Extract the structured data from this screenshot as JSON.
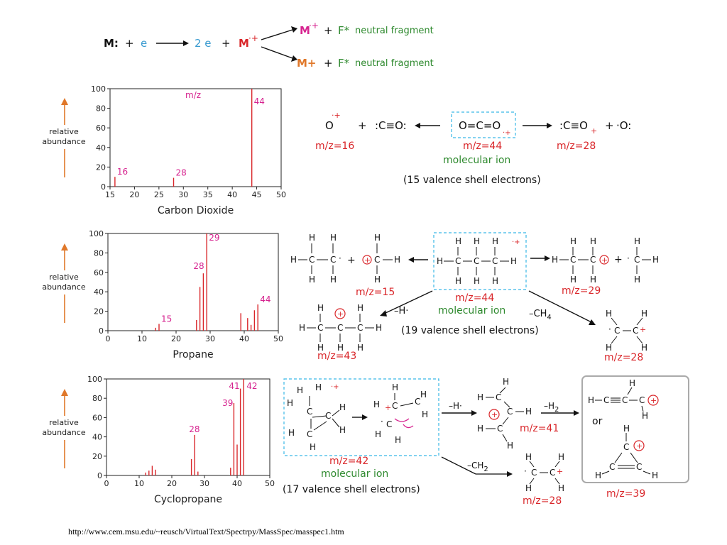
{
  "ionization": {
    "M": "M:",
    "plus1": "+",
    "e": "e",
    "two_e": "2 e",
    "plus2": "+",
    "Mrad": "M",
    "Mrad_sup": "·+",
    "top_prod": "M",
    "top_prod_sup": "·+",
    "top_plus": "+",
    "top_F": "F*",
    "top_nf": "neutral fragment",
    "bot_prod": "M+",
    "bot_plus": "+",
    "bot_F": "F*",
    "bot_nf": "neutral fragment"
  },
  "rel_label": [
    "relative",
    "abundance"
  ],
  "chart_data": [
    {
      "type": "bar",
      "title": "Carbon Dioxide",
      "xlabel": "",
      "ylabel": "",
      "xlim": [
        15,
        50
      ],
      "ylim": [
        0,
        100
      ],
      "xticks": [
        15,
        20,
        25,
        30,
        35,
        40,
        45,
        50
      ],
      "yticks": [
        0,
        20,
        40,
        60,
        80,
        100
      ],
      "annotation": "m/z",
      "peaks": [
        {
          "x": 16,
          "y": 10,
          "color": "#d9262a"
        },
        {
          "x": 28,
          "y": 9,
          "color": "#d9262a"
        },
        {
          "x": 44,
          "y": 100,
          "color": "#d9262a"
        }
      ],
      "labels": [
        {
          "x": 16,
          "text": "16"
        },
        {
          "x": 28,
          "text": "28"
        },
        {
          "x": 44,
          "text": "44"
        }
      ]
    },
    {
      "type": "bar",
      "title": "Propane",
      "xlabel": "",
      "ylabel": "",
      "xlim": [
        0,
        50
      ],
      "ylim": [
        0,
        100
      ],
      "xticks": [
        0,
        10,
        20,
        30,
        40,
        50
      ],
      "yticks": [
        0,
        20,
        40,
        60,
        80,
        100
      ],
      "peaks": [
        {
          "x": 14,
          "y": 3,
          "color": "#d9262a"
        },
        {
          "x": 15,
          "y": 7,
          "color": "#d9262a"
        },
        {
          "x": 26,
          "y": 11,
          "color": "#d9262a"
        },
        {
          "x": 27,
          "y": 45,
          "color": "#d9262a"
        },
        {
          "x": 28,
          "y": 59,
          "color": "#d9262a"
        },
        {
          "x": 29,
          "y": 100,
          "color": "#d9262a"
        },
        {
          "x": 39,
          "y": 18,
          "color": "#d9262a"
        },
        {
          "x": 41,
          "y": 13,
          "color": "#d9262a"
        },
        {
          "x": 42,
          "y": 6,
          "color": "#d9262a"
        },
        {
          "x": 43,
          "y": 21,
          "color": "#d9262a"
        },
        {
          "x": 44,
          "y": 27,
          "color": "#d9262a"
        }
      ],
      "labels": [
        {
          "x": 15,
          "text": "15"
        },
        {
          "x": 28,
          "text": "28"
        },
        {
          "x": 29,
          "text": "29"
        },
        {
          "x": 44,
          "text": "44"
        }
      ]
    },
    {
      "type": "bar",
      "title": "Cyclopropane",
      "xlabel": "",
      "ylabel": "",
      "xlim": [
        0,
        50
      ],
      "ylim": [
        0,
        100
      ],
      "xticks": [
        0,
        10,
        20,
        30,
        40,
        50
      ],
      "yticks": [
        0,
        20,
        40,
        60,
        80,
        100
      ],
      "peaks": [
        {
          "x": 12,
          "y": 3,
          "color": "#d9262a"
        },
        {
          "x": 13,
          "y": 5,
          "color": "#d9262a"
        },
        {
          "x": 14,
          "y": 10,
          "color": "#d9262a"
        },
        {
          "x": 15,
          "y": 6,
          "color": "#d9262a"
        },
        {
          "x": 26,
          "y": 17,
          "color": "#d9262a"
        },
        {
          "x": 27,
          "y": 42,
          "color": "#d9262a"
        },
        {
          "x": 28,
          "y": 4,
          "color": "#d9262a"
        },
        {
          "x": 38,
          "y": 8,
          "color": "#d9262a"
        },
        {
          "x": 39,
          "y": 75,
          "color": "#d9262a"
        },
        {
          "x": 40,
          "y": 32,
          "color": "#d9262a"
        },
        {
          "x": 41,
          "y": 90,
          "color": "#d9262a"
        },
        {
          "x": 42,
          "y": 100,
          "color": "#d9262a"
        }
      ],
      "labels": [
        {
          "x": 28,
          "text": "28"
        },
        {
          "x": 39,
          "text": "39"
        },
        {
          "x": 41,
          "text": "41"
        },
        {
          "x": 42,
          "text": "42"
        }
      ]
    }
  ],
  "co2": {
    "o_rad": "O",
    "o_rad_sup": "·+",
    "plus_a": "+",
    "co_left": ":C≡O:",
    "center": "O=C=O",
    "center_sup": "·+",
    "co_right": ":C≡O",
    "co_right_sup": "+",
    "plus_b": "+",
    "o_right": "·O:",
    "mz16": "m/z=16",
    "mz44": "m/z=44",
    "mol_ion": "molecular ion",
    "mz28": "m/z=28",
    "electrons": "(15 valence shell electrons)"
  },
  "propane": {
    "mz15": "m/z=15",
    "mz44": "m/z=44",
    "mol_ion": "molecular ion",
    "mz29": "m/z=29",
    "mz43": "m/z=43",
    "mz28": "m/z=28",
    "loss_H": "–H·",
    "loss_CH4": "–CH",
    "ch4_sub": "4",
    "electrons": "(19 valence shell electrons)",
    "plus_a": "+",
    "plus_b": "+"
  },
  "cyclo": {
    "mz41": "m/z=41",
    "mz42": "m/z=42",
    "mol_ion": "molecular ion",
    "mz28": "m/z=28",
    "mz39": "m/z=39",
    "loss_H": "–H·",
    "loss_H2": "–H",
    "loss_CH2": "–CH",
    "h2_sub": "2",
    "ch2_sub": "2",
    "electrons": "(17 valence shell electrons)",
    "or": "or"
  },
  "footer": {
    "url": "http://www.cem.msu.edu/~reusch/VirtualText/Spectrpy/MassSpec/masspec1.htm"
  },
  "colors": {
    "red": "#d9262a",
    "magenta": "#d6238f",
    "green": "#2f8a2f",
    "blue": "#3a9bd0",
    "orange": "#e0782a",
    "dashed": "#39b7e6"
  }
}
